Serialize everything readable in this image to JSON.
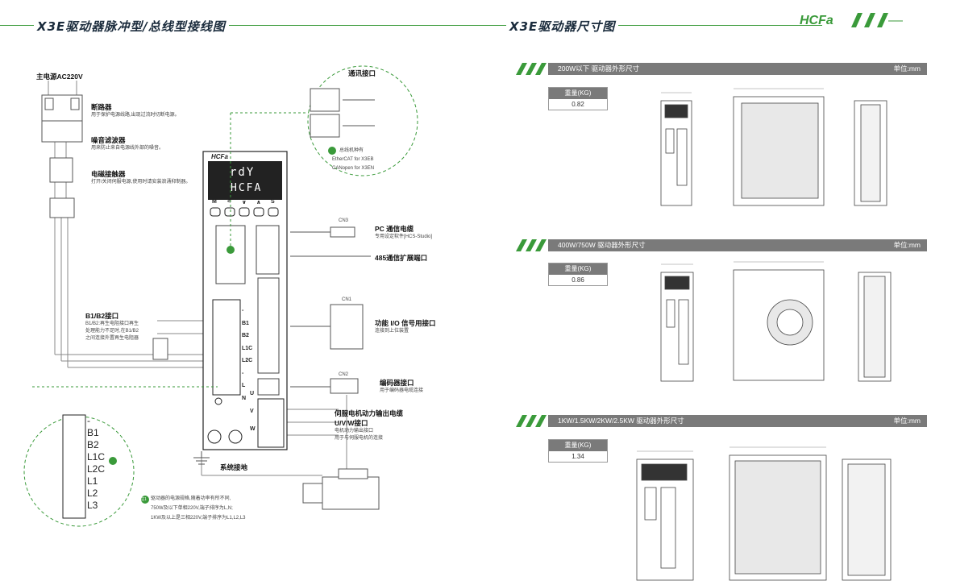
{
  "brand": "HCFa",
  "left": {
    "title": "X3E驱动器脉冲型/总线型接线图",
    "power_label": "主电源AC220V",
    "breaker": {
      "title": "断路器",
      "desc": "用于保护电源线路,出现过流时切断电源。"
    },
    "filter": {
      "title": "噪音滤波器",
      "desc": "用来防止来自电源线外部的噪音。"
    },
    "contactor": {
      "title": "电磁接触器",
      "desc": "打开/关闭伺服电源,使用时请安装浪涌抑制器。"
    },
    "comm": {
      "title": "通讯接口",
      "note1": "总线机种有",
      "note2": "EtherCAT for X3EB",
      "note3": "CANopen for X3EN"
    },
    "display": {
      "top": "rdY",
      "bottom": "HCFA",
      "brand": "HCFa"
    },
    "buttons": [
      "M",
      "<",
      "∨",
      "∧",
      "S"
    ],
    "cn3": {
      "tag": "CN3",
      "title": "PC 通信电缆",
      "desc": "专用设定软件[HCS-Studio]"
    },
    "port485": {
      "title": "485通信扩展端口"
    },
    "cn1": {
      "tag": "CN1",
      "title": "功能 I/O 信号用接口",
      "desc": "连接到上位装置"
    },
    "cn2": {
      "tag": "CN2",
      "title": "编码器接口",
      "desc": "用于编码器电缆连接"
    },
    "motor": {
      "title": "伺服电机动力输出电缆",
      "title2": "U/V/W接口",
      "desc1": "电机动力输出接口",
      "desc2": "用于与伺服电机的连接"
    },
    "b1b2": {
      "title": "B1/B2接口",
      "desc1": "B1/B2:再生电阻接口再生",
      "desc2": "处理能力不足时,在B1/B2",
      "desc3": "之间连接外置再生电阻器"
    },
    "terminals": [
      "-",
      "B1",
      "B2",
      "L1C",
      "L2C",
      "-",
      "L",
      "N"
    ],
    "uvw": [
      "U",
      "V",
      "W"
    ],
    "ground": "系统接地",
    "zoom_terminals": [
      "-",
      "B1",
      "B2",
      "L1C",
      "L2C",
      "L1",
      "L2",
      "L3"
    ],
    "note_badge": "注1",
    "note": {
      "line1": "驱动器的电源规格,随着功率有所不同,",
      "line2": "750W及以下单相220V,端子排序为L,N;",
      "line3": "1KW及以上是三相220V,端子排序为L1,L2,L3"
    }
  },
  "right": {
    "title": "X3E驱动器尺寸图",
    "weight_label": "重量(KG)",
    "unit": "单位:mm",
    "sections": [
      {
        "title": "200W以下 驱动器外形尺寸",
        "weight": "0.82"
      },
      {
        "title": "400W/750W 驱动器外形尺寸",
        "weight": "0.86"
      },
      {
        "title": "1KW/1.5KW/2KW/2.5KW 驱动器外形尺寸",
        "weight": "1.34"
      }
    ]
  },
  "colors": {
    "accent": "#3a9a3a",
    "title": "#1a2b3c",
    "bar": "#7a7a7a"
  }
}
